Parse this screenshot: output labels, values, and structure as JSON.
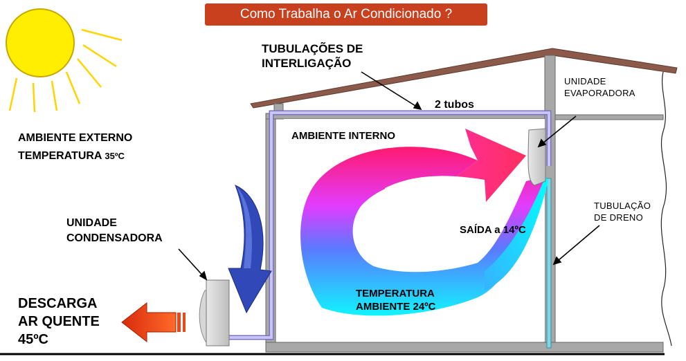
{
  "title": "Como Trabalha o Ar Condicionado ?",
  "labels": {
    "ambient_external_1": "AMBIENTE EXTERNO",
    "ambient_external_2": "TEMPERATURA",
    "ambient_external_temp": "35ºC",
    "pipes_1": "TUBULAÇÕES DE",
    "pipes_2": "INTERLIGAÇÃO",
    "two_tubes": "2 tubos",
    "evaporator_1": "UNIDADE",
    "evaporator_2": "EVAPORADORA",
    "ambient_internal": "AMBIENTE INTERNO",
    "drain_1": "TUBULAÇÃO",
    "drain_2": "DE DRENO",
    "output_temp": "SAÍDA a 14ºC",
    "room_temp_1": "TEMPERATURA",
    "room_temp_2": "AMBIENTE 24ºC",
    "condenser_1": "UNIDADE",
    "condenser_2": "CONDENSADORA",
    "discharge_1": "DESCARGA",
    "discharge_2": "AR QUENTE",
    "discharge_3": "45ºC"
  },
  "colors": {
    "title_bg": "#c8401e",
    "sun": "#ffee00",
    "roof": "#8b5a4a",
    "wall": "#a0a0a0",
    "pipe": "#b9b4f0",
    "warm_air": "#ff1a7a",
    "cool_air": "#19f0ff",
    "hot_arrow": "#e83a16",
    "intake_arrow": "#3048b8"
  }
}
